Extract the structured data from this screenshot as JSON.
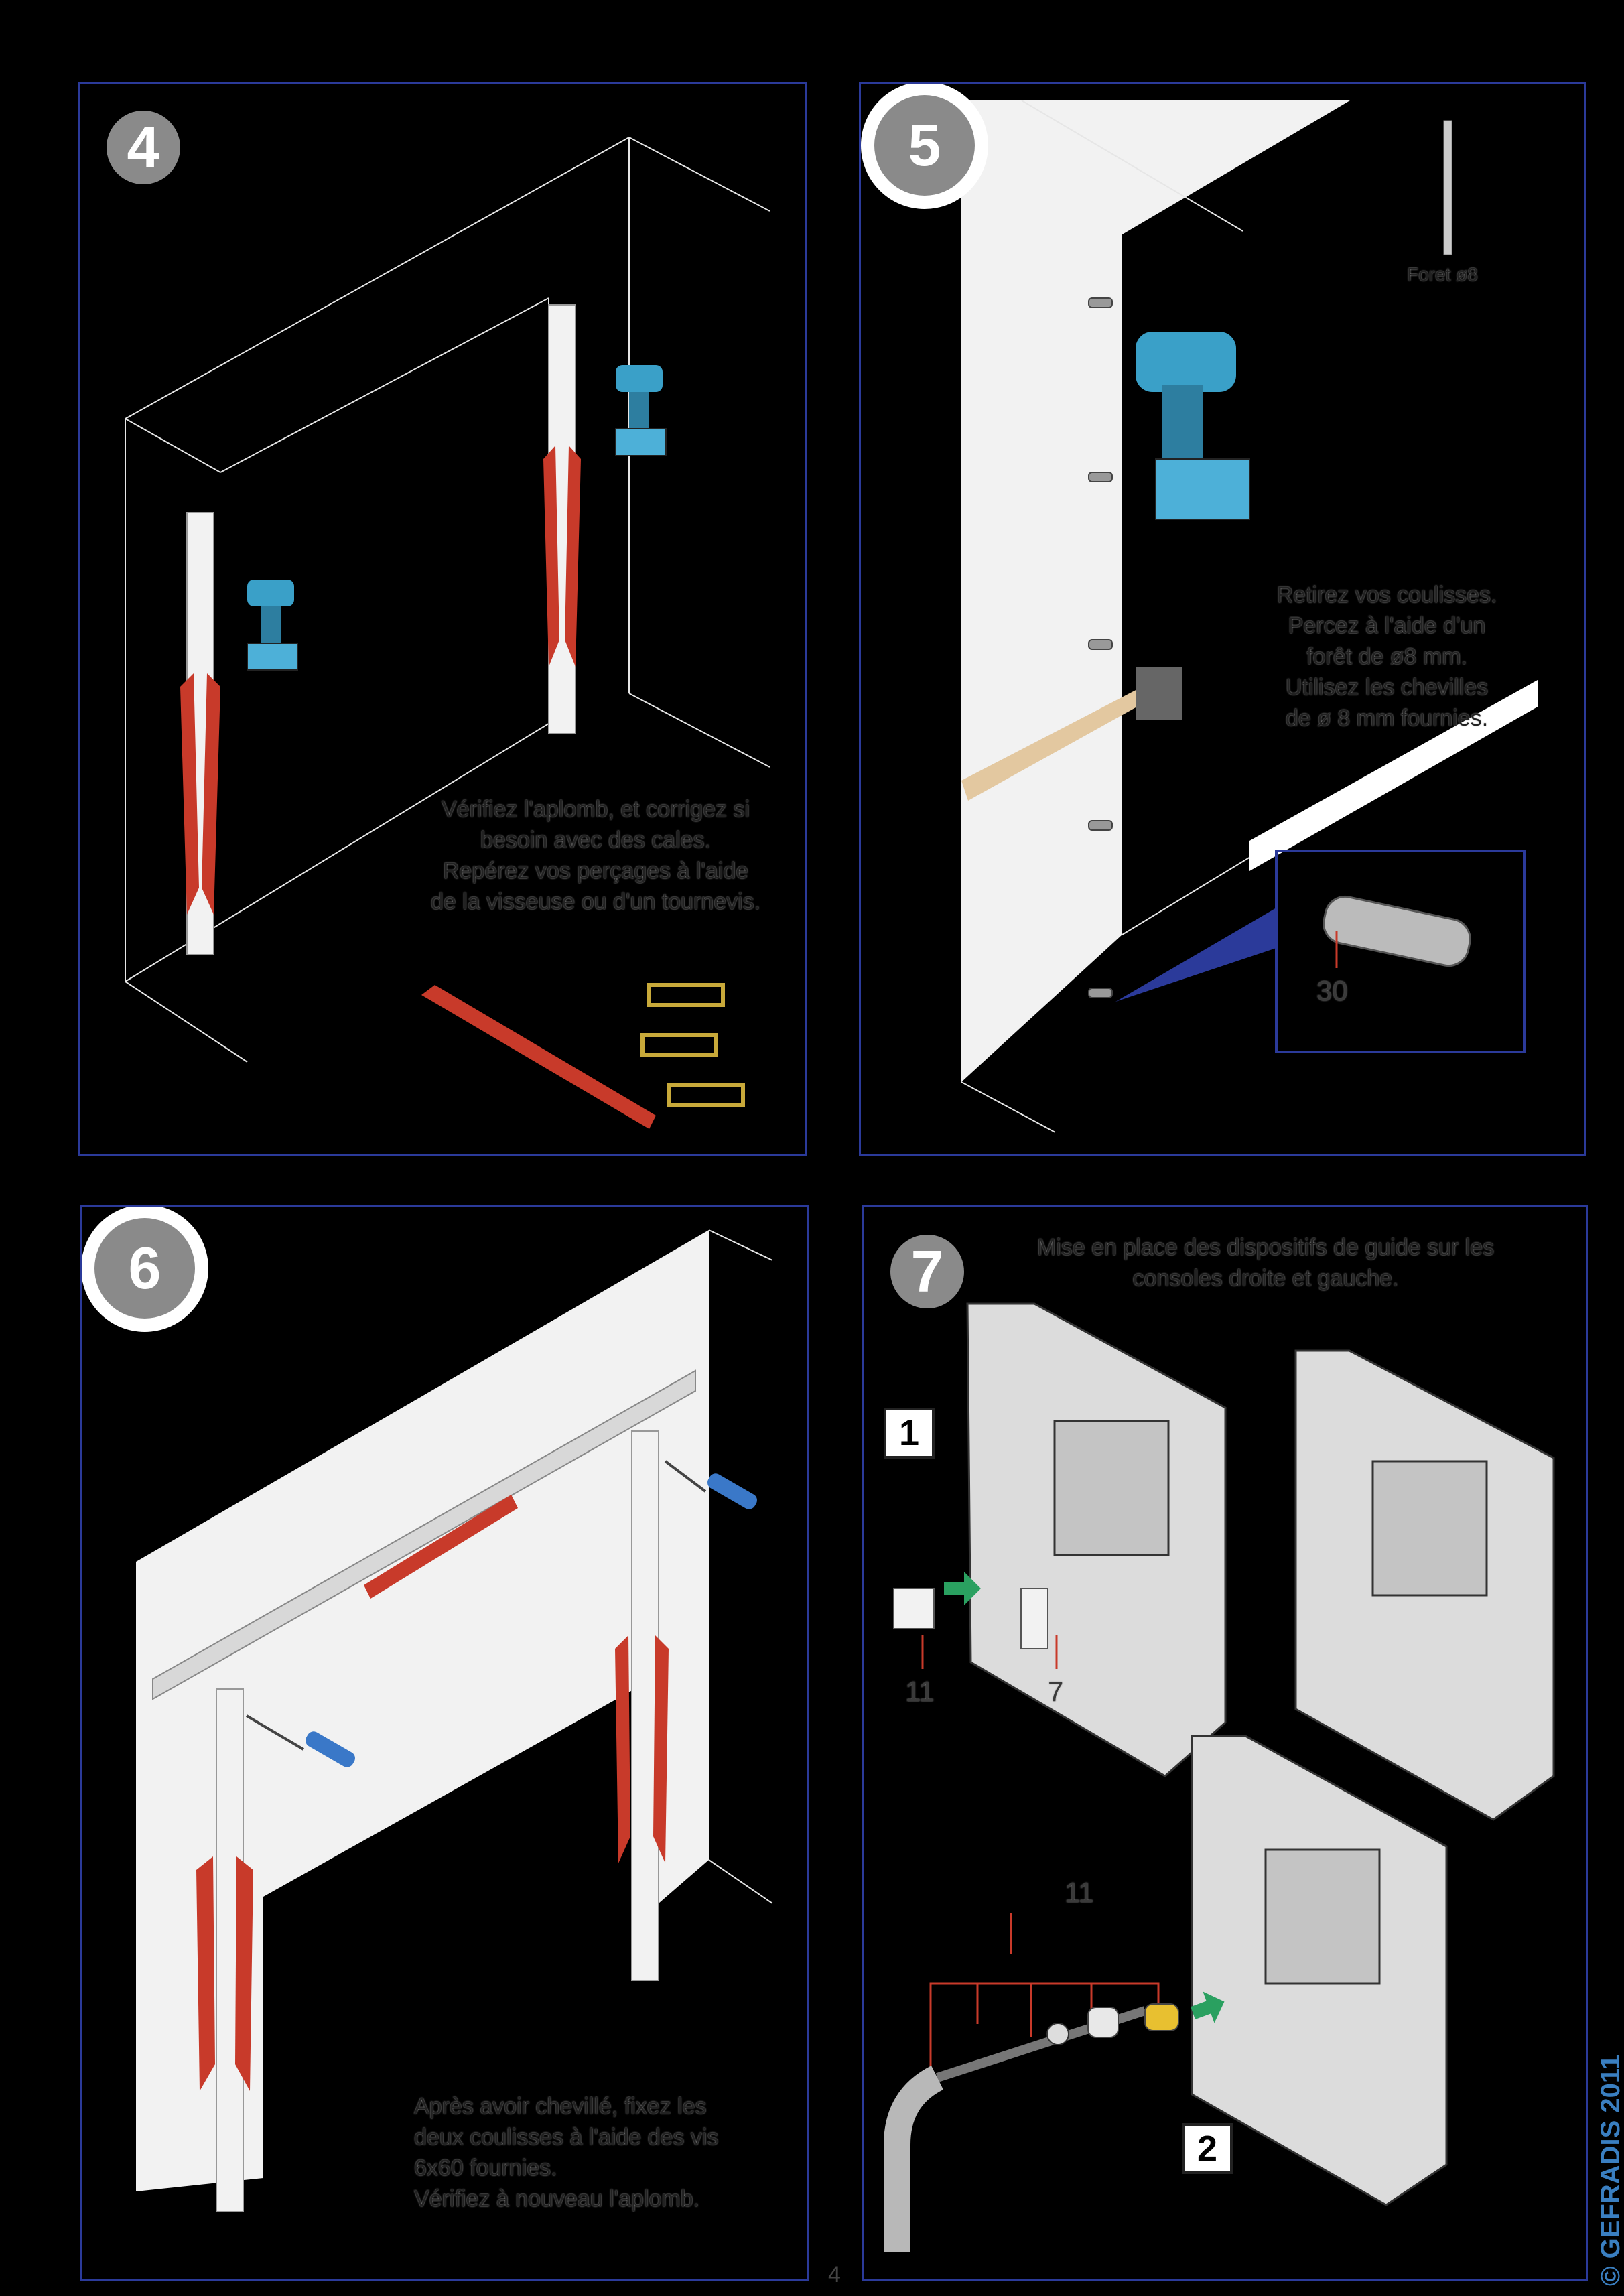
{
  "steps": [
    {
      "number": "4",
      "caption": [
        "Vérifiez l'aplomb, et corrigez si",
        "besoin avec des cales.",
        "Repérez vos perçages à l'aide",
        "de la visseuse ou d'un tournevis."
      ]
    },
    {
      "number": "5",
      "caption": [
        "Retirez vos coulisses.",
        "Percez à l'aide d'un",
        "forêt de ø8 mm.",
        "Utilisez les chevilles",
        "de ø 8 mm fournies."
      ],
      "drill_bit_label": "Foret ø8",
      "callout": "30"
    },
    {
      "number": "6",
      "caption": [
        "Après avoir chevillé, fixez les",
        "deux coulisses à l'aide des vis",
        "6x60 fournies.",
        "Vérifiez à nouveau l'aplomb."
      ]
    },
    {
      "number": "7",
      "caption": [
        "Mise en place des dispositifs de guide sur les",
        "consoles droite et gauche."
      ],
      "sub_step_1": "1",
      "sub_step_2": "2",
      "callout_a": "11",
      "callout_b": "7",
      "callout_c": "11"
    }
  ],
  "page_number": "4",
  "brand": "© GEFRADIS 2011"
}
